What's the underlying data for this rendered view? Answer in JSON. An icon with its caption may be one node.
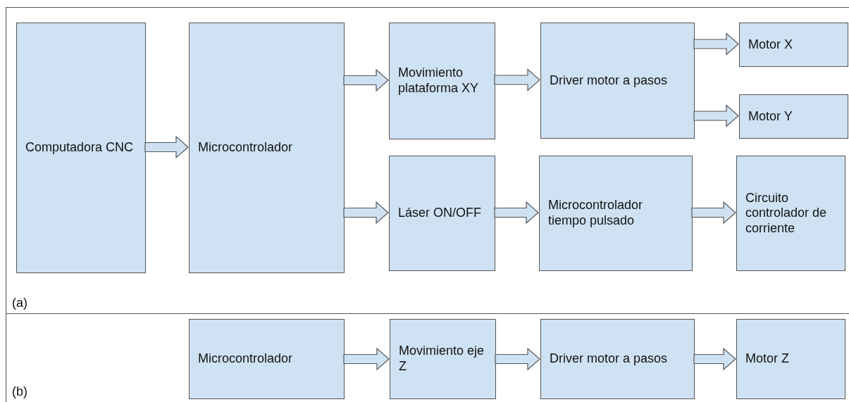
{
  "diagram": {
    "nodes": [
      {
        "text": [
          "(a)"
        ]
      },
      {
        "text": [
          "Computadora CNC"
        ],
        "in": 0
      },
      {
        "text": [
          "Microcontrolador"
        ],
        "in": 0
      },
      {
        "text": [
          "Movimiento plataforma XY"
        ],
        "in": 0
      },
      {
        "text": [
          "Driver motor a pasos"
        ],
        "in": 0
      },
      {
        "text": [
          "Motor X"
        ],
        "in": 0
      },
      {
        "text": [
          "Motor Y"
        ],
        "in": 0
      },
      {
        "text": [
          "Láser ON/OFF"
        ],
        "in": 0
      },
      {
        "text": [
          "Microcontrolador tiempo pulsado"
        ],
        "in": 0
      },
      {
        "text": [
          "Circuito controlador de corriente"
        ],
        "in": 0
      },
      {
        "text": [
          "(b)"
        ]
      },
      {
        "text": [
          "Microcontrolador"
        ],
        "in": 10
      },
      {
        "text": [
          "Movimiento eje Z"
        ],
        "in": 10
      },
      {
        "text": [
          "Driver motor a pasos"
        ],
        "in": 10
      },
      {
        "text": [
          "Motor Z"
        ],
        "in": 10
      }
    ],
    "edges": [
      {
        "from": 1,
        "to": 2,
        "arrow": "to"
      },
      {
        "from": 2,
        "to": 3,
        "arrow": "to"
      },
      {
        "from": 2,
        "to": 7,
        "arrow": "to"
      },
      {
        "from": 3,
        "to": 4,
        "arrow": "to"
      },
      {
        "from": 4,
        "to": 5,
        "arrow": "to"
      },
      {
        "from": 4,
        "to": 6,
        "arrow": "to"
      },
      {
        "from": 7,
        "to": 8,
        "arrow": "to"
      },
      {
        "from": 8,
        "to": 9,
        "arrow": "to"
      },
      {
        "from": 11,
        "to": 12,
        "arrow": "to"
      },
      {
        "from": 12,
        "to": 13,
        "arrow": "to"
      },
      {
        "from": 13,
        "to": 14,
        "arrow": "to"
      }
    ]
  }
}
